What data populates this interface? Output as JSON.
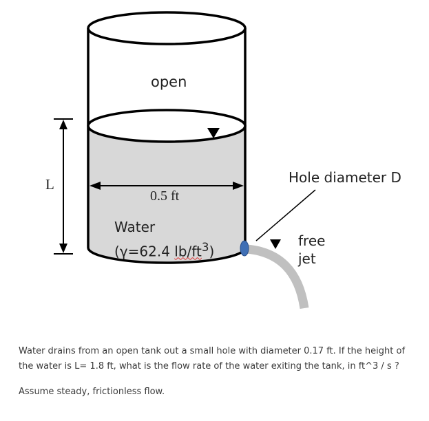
{
  "diagram": {
    "top_label": "open",
    "width_label": "0.5 ft",
    "height_label": "L",
    "hole_label": "Hole diameter D",
    "jet_label_line1": "free",
    "jet_label_line2": "jet",
    "fluid_name": "Water",
    "fluid_weight_prefix": "(γ=62.4 ",
    "fluid_weight_unit": "lb/ft",
    "fluid_weight_exponent": "3",
    "fluid_weight_suffix": ")",
    "colors": {
      "water": "#d8d8d8",
      "outline": "#000000",
      "jet": "#c0c0c0",
      "hole": "#3f6fb5"
    }
  },
  "question": {
    "text": "Water drains from an open tank out a small hole with diameter 0.17 ft.  If the height of the water is L= 1.8 ft, what is the flow rate of the water exiting the tank, in ft^3 / s ?",
    "assumption": "Assume steady, frictionless flow."
  }
}
